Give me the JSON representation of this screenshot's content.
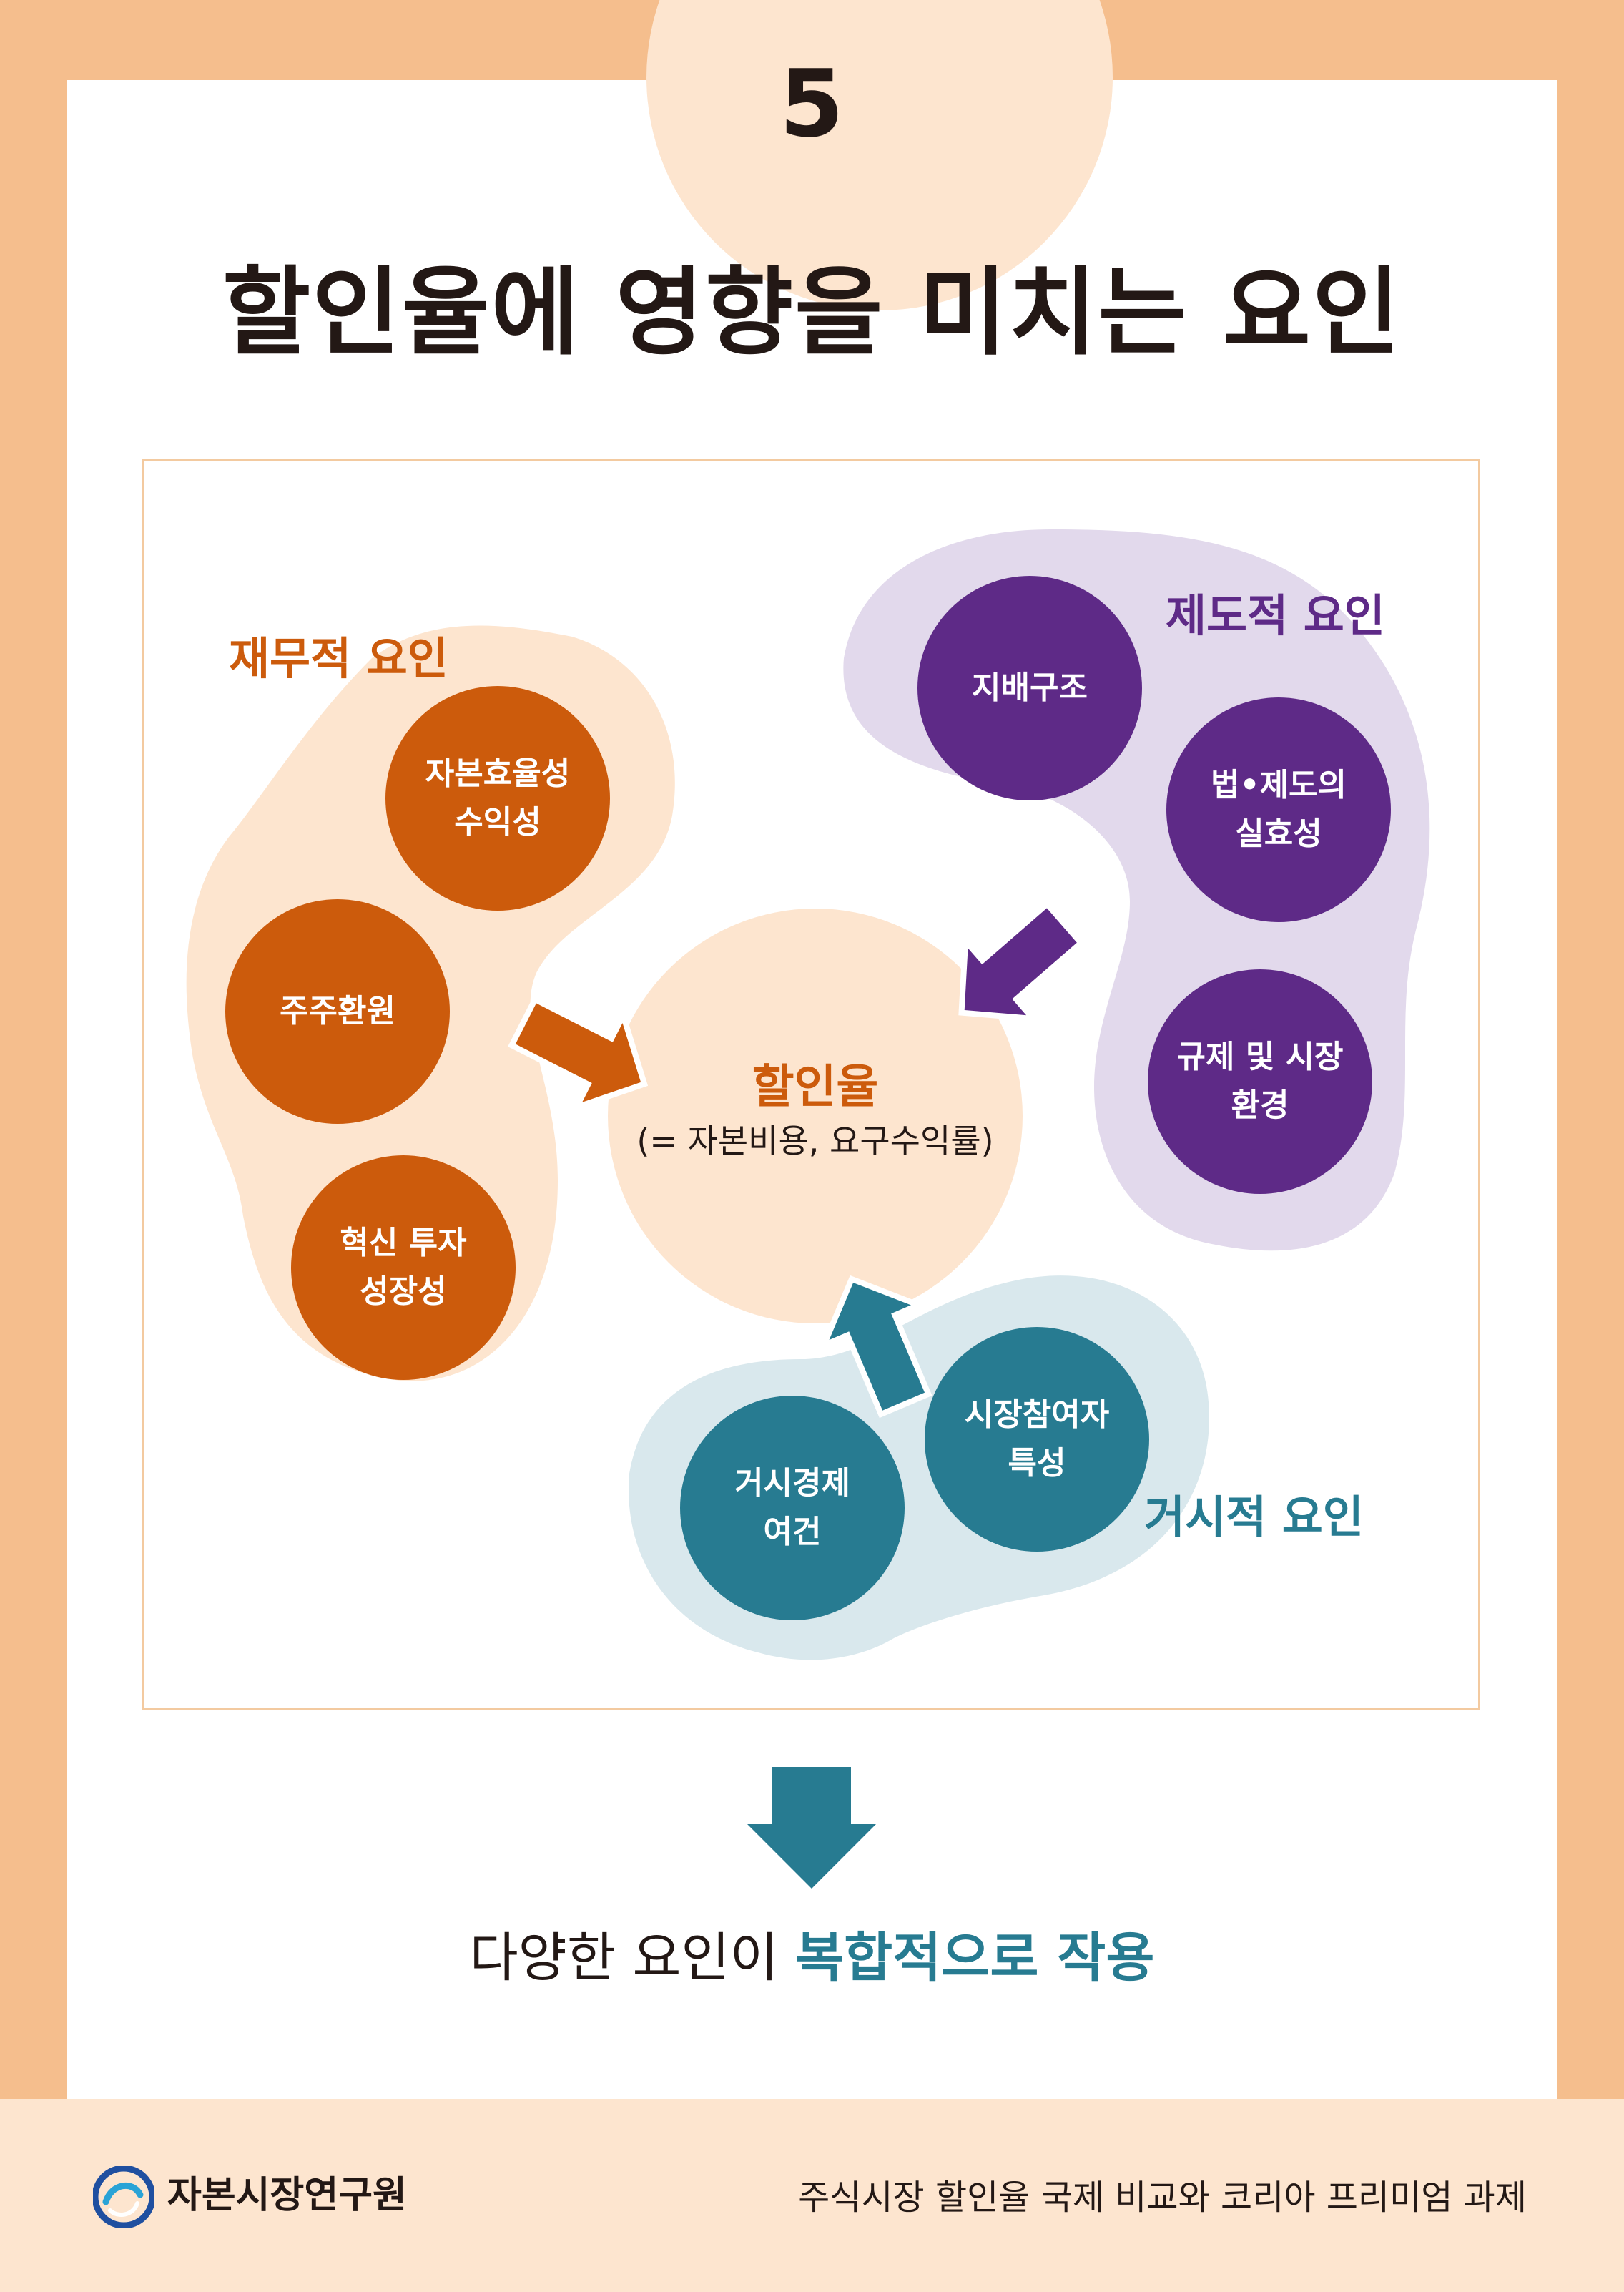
{
  "number": "5",
  "title": "할인율에 영향을 미치는 요인",
  "center": {
    "title": "할인율",
    "subtitle": "(= 자본비용, 요구수익률)"
  },
  "groups": {
    "financial": {
      "label": "재무적 요인",
      "color": "#cc5b0c",
      "items": [
        "자본효율성\n수익성",
        "주주환원",
        "혁신 투자\n성장성"
      ]
    },
    "institutional": {
      "label": "제도적 요인",
      "color": "#5e2a87",
      "items": [
        "지배구조",
        "법•제도의\n실효성",
        "규제 및 시장\n환경"
      ]
    },
    "macro": {
      "label": "거시적 요인",
      "color": "#277b91",
      "items": [
        "거시경제\n여건",
        "시장참여자\n특성"
      ]
    }
  },
  "conclusion": {
    "prefix": "다양한 요인이 ",
    "highlight": "복합적으로 작용"
  },
  "footer": {
    "org": "자본시장연구원",
    "report": "주식시장 할인율 국제 비교와 코리아 프리미엄 과제"
  }
}
